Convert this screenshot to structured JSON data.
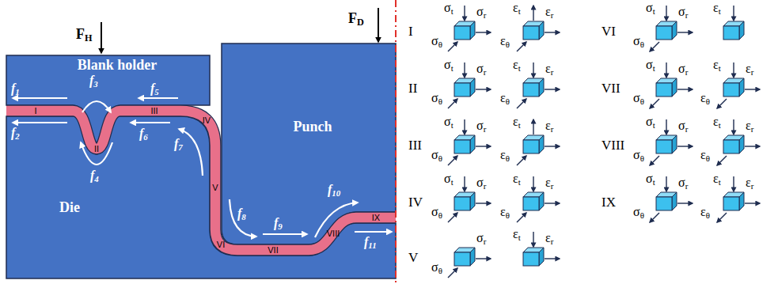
{
  "diagram": {
    "nodes": [
      {
        "text": [
          "Blank holder"
        ]
      },
      {
        "text": [
          "Punch"
        ]
      },
      {
        "text": [
          "Die"
        ]
      }
    ],
    "labels": [
      "FH",
      "FD",
      "f1",
      "f2",
      "f3",
      "f4",
      "f5",
      "f6",
      "f7",
      "f8",
      "f9",
      "f10",
      "f11",
      "I",
      "II",
      "III",
      "IV",
      "V",
      "VI",
      "VII",
      "VIII",
      "IX",
      "I",
      "σt",
      "σr",
      "σθ",
      "εt",
      "εr",
      "εθ",
      "II",
      "σt",
      "σr",
      "σθ",
      "εt",
      "εr",
      "εθ",
      "III",
      "σt",
      "σr",
      "σθ",
      "εt",
      "εr",
      "εθ",
      "IV",
      "σt",
      "σr",
      "σθ",
      "εt",
      "εr",
      "εθ",
      "V",
      "σr",
      "σθ",
      "εt",
      "εr",
      "VI",
      "σt",
      "σr",
      "σθ",
      "εt",
      "VII",
      "σt",
      "σr",
      "σθ",
      "εt",
      "εr",
      "εθ",
      "VIII",
      "σt",
      "σr",
      "σθ",
      "εt",
      "εr",
      "εθ",
      "IX",
      "σt",
      "σr",
      "σθ",
      "εt",
      "εr",
      "εθ"
    ]
  }
}
